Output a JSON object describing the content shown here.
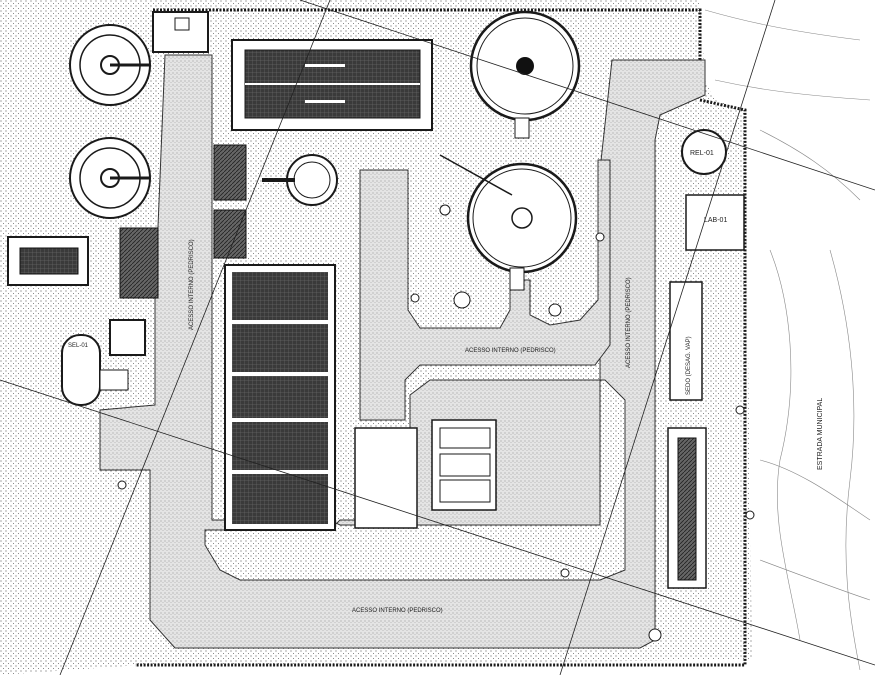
{
  "labels": {
    "rel": "REL-01",
    "lab": "LAB-01",
    "road": "ESTRADA MUNICIPAL",
    "access_inner": "ACESSO INTERNO (PEDRISCO)",
    "access_bottom": "ACESSO INTERNO (PEDRISCO)",
    "access_right": "ACESSO INTERNO (PEDRISCO)",
    "access_left": "ACESSO INTERNO (PEDRISCO)",
    "desag": "SEDO (DESAG. VAP)",
    "sel": "SEL-01"
  },
  "colors": {
    "line": "#1a1a1a",
    "fence": "#2a2a2a",
    "road_fill": "#d9d9d9",
    "tank_fill": "#444444",
    "background": "#ffffff"
  },
  "icons": {
    "tree": "circle-tree-icon",
    "north": "none"
  }
}
